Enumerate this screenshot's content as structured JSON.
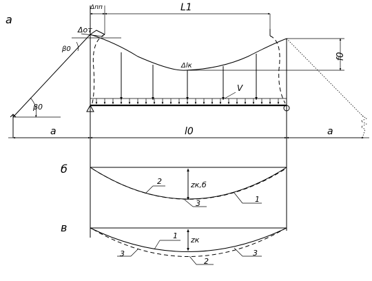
{
  "labels": {
    "section_a": "а",
    "section_b": "б",
    "section_v": "в",
    "delta_pp": "Δпп",
    "span_l1": "L1",
    "delta_ot": "Δот",
    "beta0_top": "β0",
    "beta0_left": "β0",
    "delta_lk": "Δlк",
    "sag_f0": "f0",
    "load_v": "V",
    "dim_a_left": "a",
    "span_l0": "l0",
    "dim_a_right": "a",
    "z_kb": "zк,б",
    "z_k": "zк",
    "curve_b_2": "2",
    "curve_b_3": "3",
    "curve_b_1": "1",
    "curve_v_1": "1",
    "curve_v_3_left": "3",
    "curve_v_2": "2",
    "curve_v_3_right": "3"
  }
}
